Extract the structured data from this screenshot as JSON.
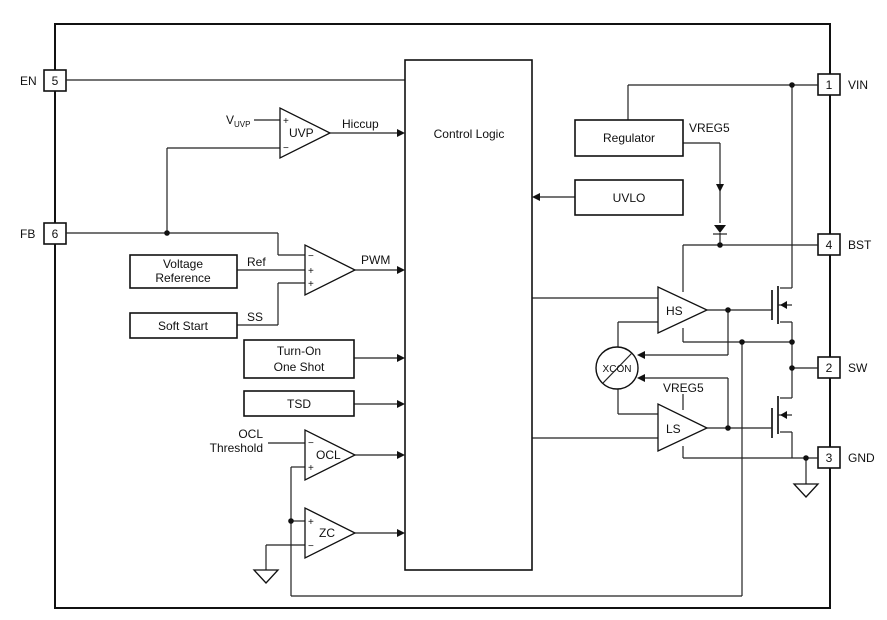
{
  "pins": {
    "en": {
      "name": "EN",
      "num": "5"
    },
    "fb": {
      "name": "FB",
      "num": "6"
    },
    "vin": {
      "name": "VIN",
      "num": "1"
    },
    "bst": {
      "name": "BST",
      "num": "4"
    },
    "sw": {
      "name": "SW",
      "num": "2"
    },
    "gnd": {
      "name": "GND",
      "num": "3"
    }
  },
  "blocks": {
    "control_logic": "Control Logic",
    "regulator": "Regulator",
    "uvlo": "UVLO",
    "voltage_reference_line1": "Voltage",
    "voltage_reference_line2": "Reference",
    "soft_start": "Soft Start",
    "turn_on_line1": "Turn-On",
    "turn_on_line2": "One Shot",
    "tsd": "TSD"
  },
  "comparators": {
    "uvp": "UVP",
    "pwm_amp": "",
    "ocl": "OCL",
    "zc": "ZC",
    "hs": "HS",
    "ls": "LS"
  },
  "signals": {
    "v_uvp_main": "V",
    "v_uvp_sub": "UVP",
    "hiccup": "Hiccup",
    "pwm": "PWM",
    "ref": "Ref",
    "ss": "SS",
    "vreg5_top": "VREG5",
    "vreg5_bottom": "VREG5",
    "ocl_threshold_line1": "OCL",
    "ocl_threshold_line2": "Threshold",
    "xcon": "XCON"
  },
  "symbols": {
    "plus": "+",
    "minus": "−"
  }
}
